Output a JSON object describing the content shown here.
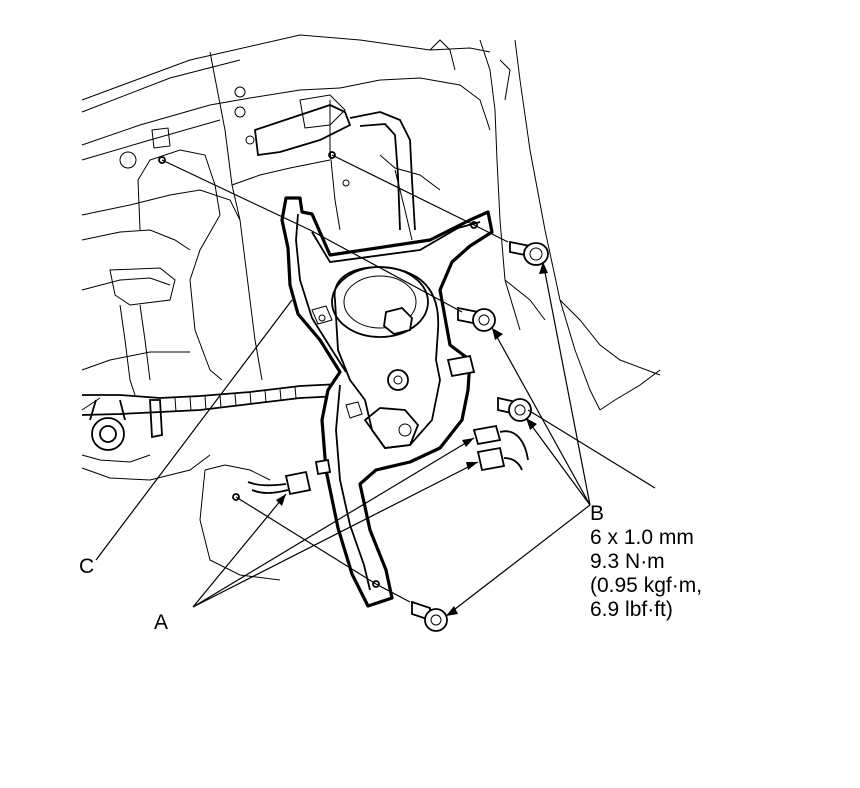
{
  "callouts": {
    "a": "A",
    "b": "B",
    "c": "C"
  },
  "spec_b": {
    "size": "6 x 1.0 mm",
    "torque_nm": "9.3 N·m",
    "torque_kgf": "(0.95 kgf·m,",
    "torque_lbf": "6.9 lbf·ft)"
  }
}
